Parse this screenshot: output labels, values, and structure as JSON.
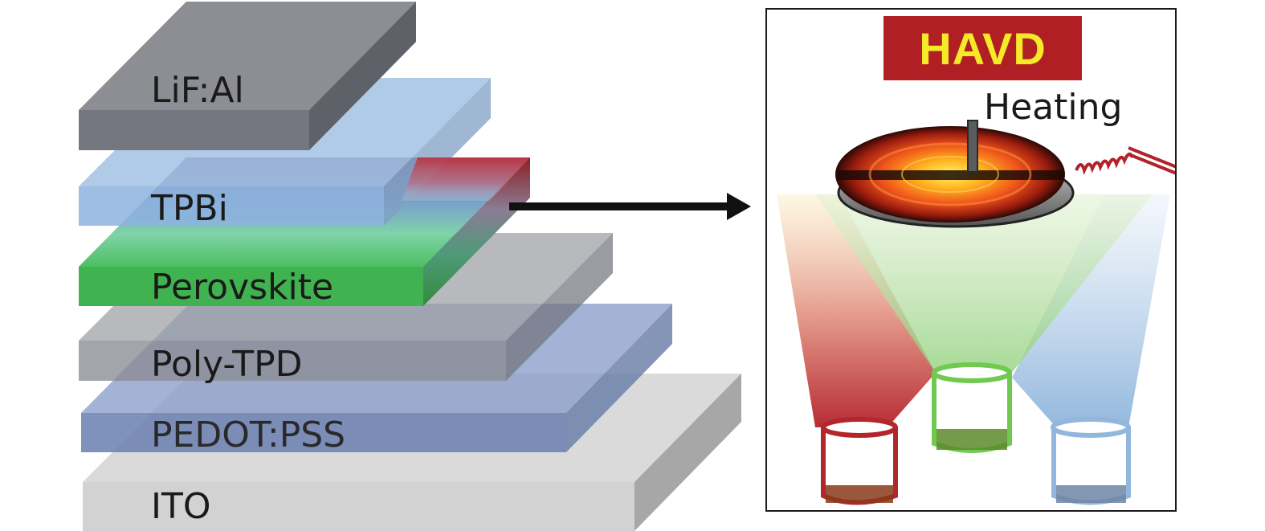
{
  "device_stack": {
    "layers": [
      {
        "label": "LiF:Al",
        "color": "#8c8e93"
      },
      {
        "label": "TPBi",
        "color": "#a8c4e4"
      },
      {
        "label": "Perovskite",
        "color": "#3fb350"
      },
      {
        "label": "Poly-TPD",
        "color": "#a4a6ab"
      },
      {
        "label": "PEDOT:PSS",
        "color": "#7a8fbe"
      },
      {
        "label": "ITO",
        "color": "#d3d3d3"
      }
    ]
  },
  "havd_panel": {
    "badge": {
      "text": "HAVD",
      "background": "#b01f24",
      "text_color": "#f5ea27"
    },
    "heating_label": "Heating",
    "crucibles": [
      {
        "name": "red-source",
        "color": "#b3262b"
      },
      {
        "name": "green-source",
        "color": "#71c94f"
      },
      {
        "name": "blue-source",
        "color": "#93b7dc"
      }
    ]
  }
}
